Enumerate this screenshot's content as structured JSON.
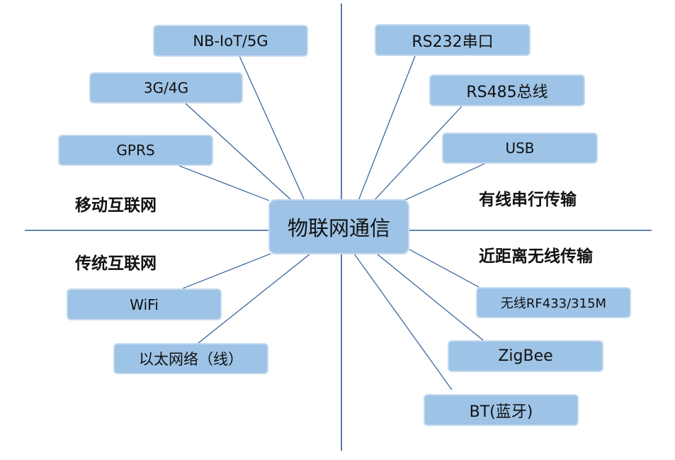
{
  "center": {
    "label": "物联网通信"
  },
  "quadrants": {
    "top_left": "移动互联网",
    "bottom_left": "传统互联网",
    "top_right": "有线串行传输",
    "bottom_right": "近距离无线传输"
  },
  "nodes": {
    "nbiot": "NB-IoT/5G",
    "g34": "3G/4G",
    "gprs": "GPRS",
    "wifi": "WiFi",
    "ethernet": "以太网络（线）",
    "rs232": "RS232串口",
    "rs485": "RS485总线",
    "usb": "USB",
    "rf433": "无线RF433/315M",
    "zigbee": "ZigBee",
    "bt": "BT(蓝牙)"
  },
  "colors": {
    "node_fill": "#9dc3e6",
    "node_border": "#c5d9ee",
    "line": "#2e5d95"
  }
}
